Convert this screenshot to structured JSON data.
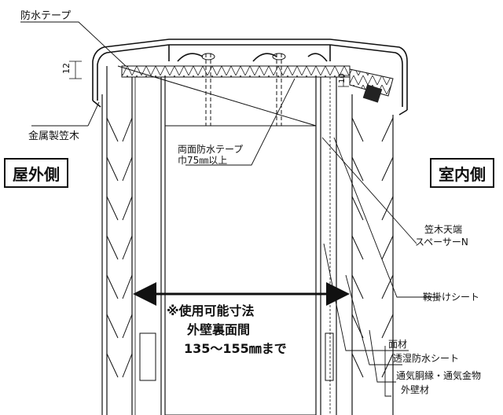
{
  "labels": {
    "waterproof_tape": "防水テープ",
    "metal_coping": "金属製笠木",
    "exterior_side": "屋外側",
    "interior_side": "室内側",
    "double_sided_tape_1": "両面防水テープ",
    "double_sided_tape_2": "巾75㎜以上",
    "coping_spacer_1": "笠木天端",
    "coping_spacer_2": "スペーサーN",
    "saddle_sheet": "鞍掛けシート",
    "usable_dim_1": "※使用可能寸法",
    "usable_dim_2": "外壁裏面間",
    "usable_dim_3": "135〜155㎜まで",
    "face_material": "面材",
    "moisture_sheet": "透湿防水シート",
    "vent_furring": "通気胴縁・通気金物",
    "exterior_wall": "外壁材"
  },
  "dimensions": {
    "gap_12": "12",
    "gap_10": "10"
  }
}
